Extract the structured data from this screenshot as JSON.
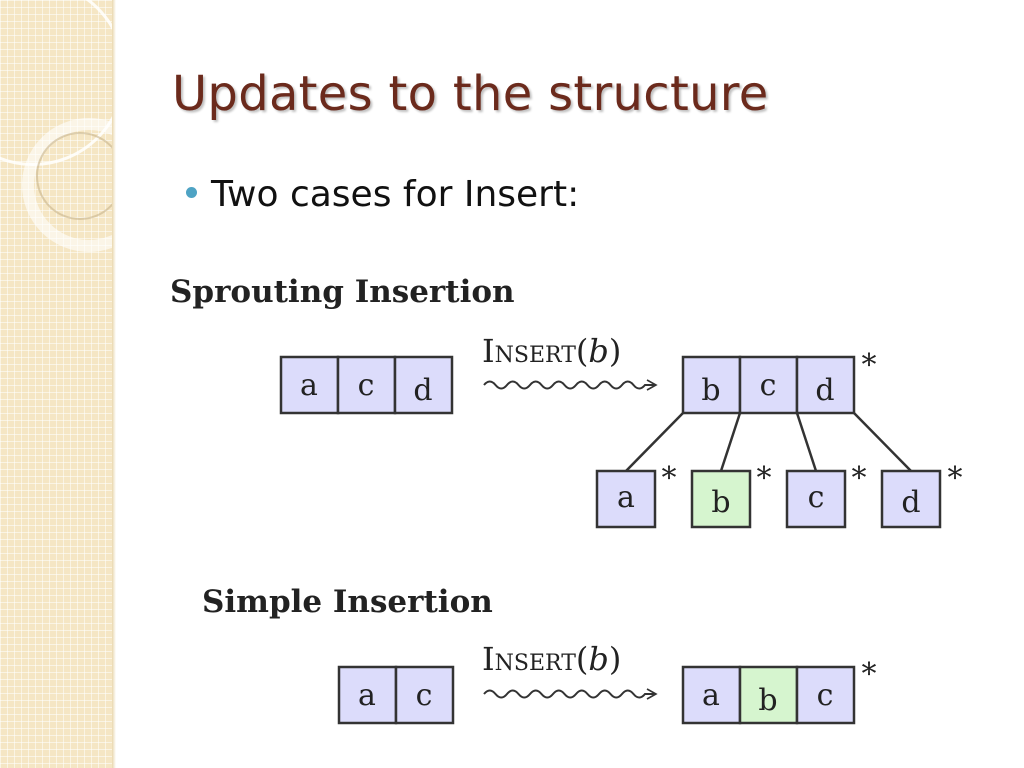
{
  "slide": {
    "title": "Updates to the structure",
    "bullet": "Two cases for Insert:"
  },
  "diagram": {
    "sprouting": {
      "heading": "Sprouting Insertion",
      "before": [
        "a",
        "c",
        "d"
      ],
      "operation": {
        "name": "Insert",
        "arg": "b"
      },
      "after": [
        "b",
        "c",
        "d"
      ],
      "children": [
        "a",
        "b",
        "c",
        "d"
      ],
      "marker": "*"
    },
    "simple": {
      "heading": "Simple Insertion",
      "before": [
        "a",
        "c"
      ],
      "operation": {
        "name": "Insert",
        "arg": "b"
      },
      "after": [
        "a",
        "b",
        "c"
      ],
      "marker": "*"
    }
  },
  "colors": {
    "title": "#6b2a1c",
    "bullet_dot": "#4ea3c4",
    "cell_fill": "#dcdcfb",
    "new_cell_fill": "#d6f5cf",
    "stroke": "#333333"
  }
}
